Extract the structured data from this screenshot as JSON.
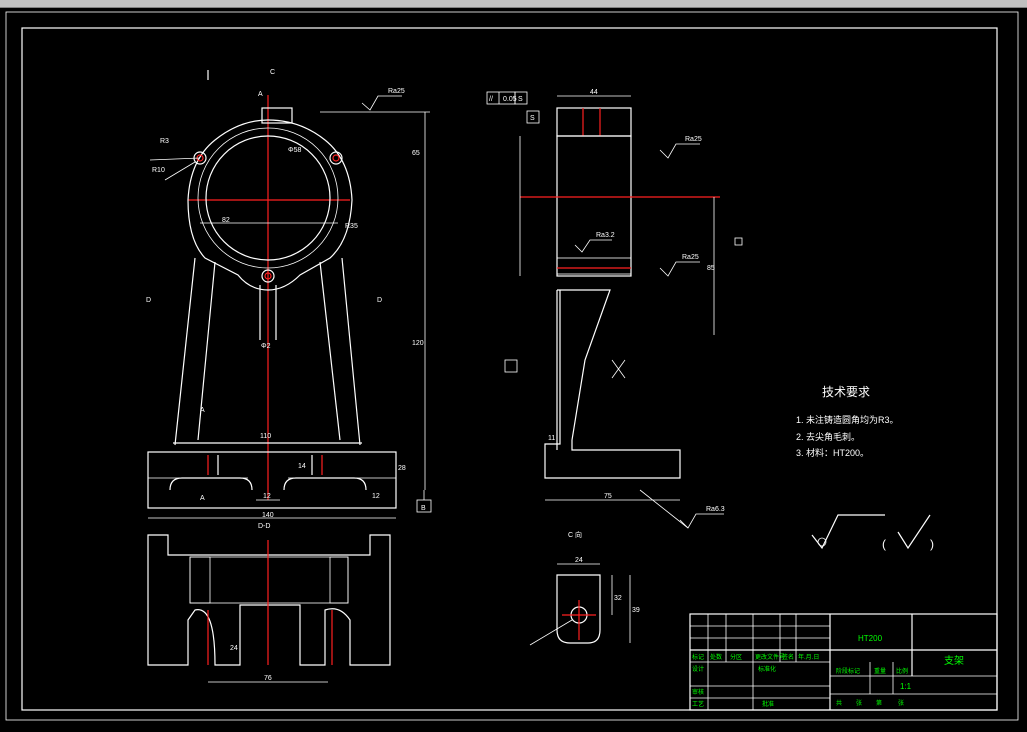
{
  "tech_title": "技术要求",
  "tech_notes": [
    "1. 未注铸造圆角均为R3。",
    "2. 去尖角毛刺。",
    "3. 材料：HT200。"
  ],
  "section_label": "D-D",
  "view_label": "C 向",
  "datum_label": "B",
  "tolerance": {
    "symbol": "//",
    "value": "0.05",
    "datum": "S"
  },
  "datum_s": "S",
  "dims": {
    "front_width": "140",
    "front_slot": "12",
    "front_slot2": "12",
    "front_base_h": "14",
    "front_height": "28",
    "bore": "Φ2",
    "side_top": "44",
    "side_base": "75",
    "side_11": "11",
    "sec_width": "76",
    "sec_24": "24",
    "cview_w": "24",
    "cview_h": "32",
    "cview_h2": "39"
  },
  "roughness": {
    "r1": "Ra25",
    "r2": "Ra25",
    "r3": "Ra3.2",
    "r4": "Ra25",
    "r5": "Ra6.3"
  },
  "title_block": {
    "material": "HT200",
    "part_name": "支架",
    "scale": "1:1",
    "labels": [
      "标记",
      "处数",
      "分区",
      "更改文件号",
      "签名",
      "年.月.日",
      "设计",
      "标准化",
      "阶段标记",
      "重量",
      "比例",
      "审核",
      "工艺",
      "批准",
      "共",
      "张",
      "第",
      "张"
    ]
  }
}
